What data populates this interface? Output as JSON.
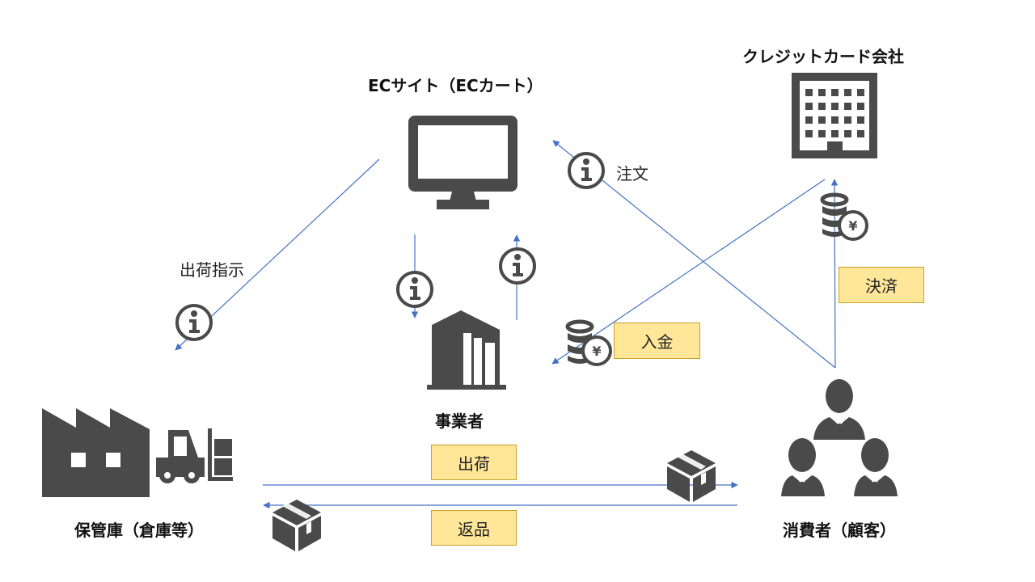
{
  "diagram": {
    "nodes": {
      "ec_site": {
        "label": "ECサイト（ECカート）",
        "icon": "monitor-icon"
      },
      "credit_card": {
        "label": "クレジットカード会社",
        "icon": "office-building-icon"
      },
      "business": {
        "label": "事業者",
        "icon": "company-building-icon"
      },
      "warehouse": {
        "label": "保管庫（倉庫等）",
        "icon": "factory-icon"
      },
      "consumer": {
        "label": "消費者（顧客）",
        "icon": "people-icon"
      }
    },
    "flows": [
      {
        "id": "order",
        "label": "注文",
        "from": "consumer",
        "to": "ec_site",
        "icon": "info-icon"
      },
      {
        "id": "shipping-instruction",
        "label": "出荷指示",
        "from": "ec_site",
        "to": "warehouse",
        "icon": "info-icon"
      },
      {
        "id": "ec-to-business",
        "label": "",
        "from": "ec_site",
        "to": "business",
        "icon": "info-icon"
      },
      {
        "id": "business-to-ec",
        "label": "",
        "from": "business",
        "to": "ec_site",
        "icon": "info-icon"
      },
      {
        "id": "settlement",
        "label": "決済",
        "from": "consumer",
        "to": "credit_card",
        "icon": "yen-coins-icon"
      },
      {
        "id": "deposit",
        "label": "入金",
        "from": "credit_card",
        "to": "business",
        "icon": "yen-coins-icon"
      },
      {
        "id": "shipment",
        "label": "出荷",
        "from": "warehouse",
        "to": "consumer",
        "icon": "package-icon"
      },
      {
        "id": "returns",
        "label": "返品",
        "from": "consumer",
        "to": "warehouse",
        "icon": "package-icon"
      }
    ]
  },
  "colors": {
    "icon": "#4a4a4a",
    "arrow": "#4472c4",
    "tag_fill": "#ffe699",
    "tag_border": "#c9a227"
  }
}
